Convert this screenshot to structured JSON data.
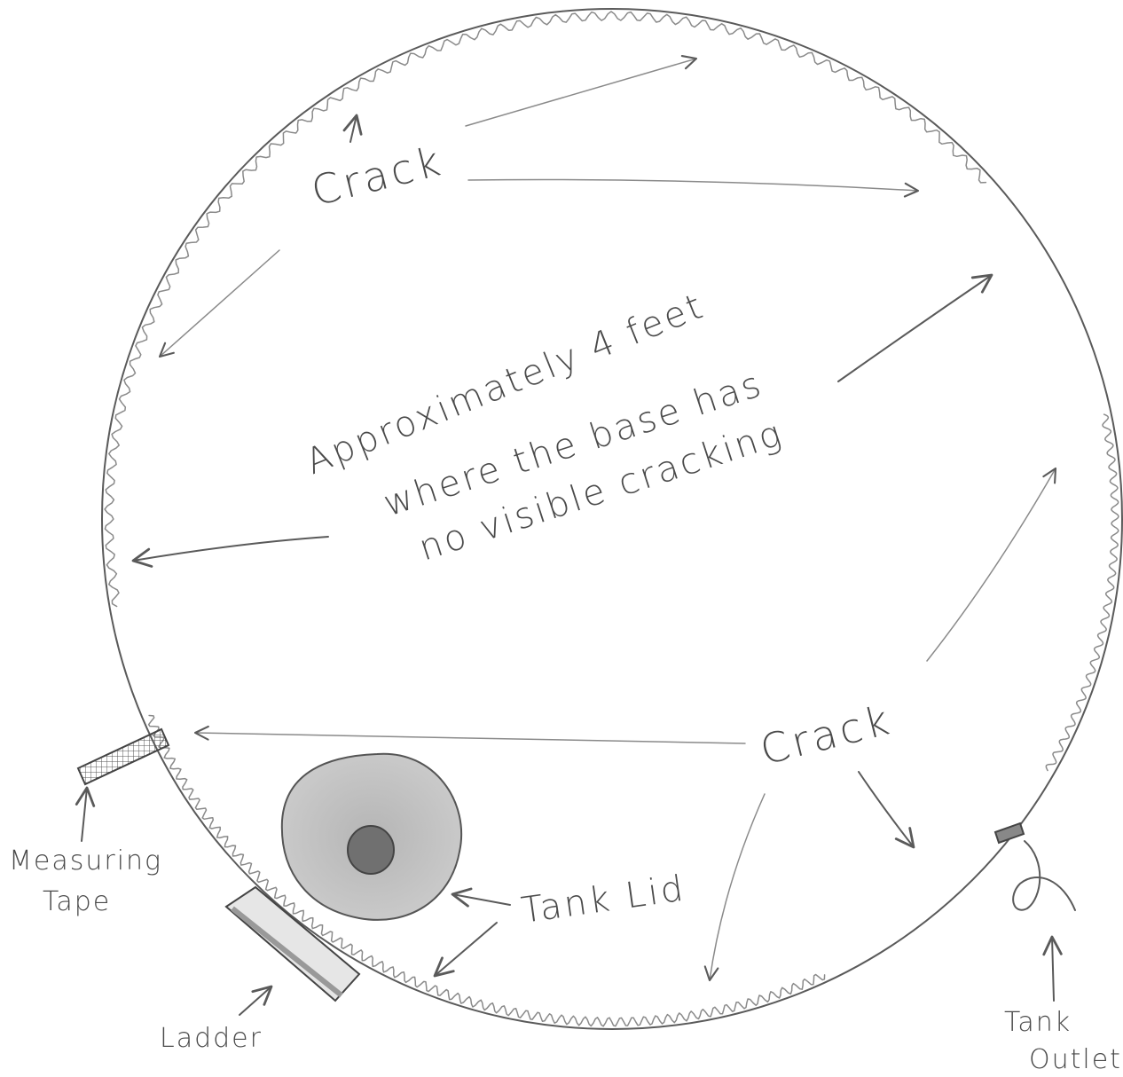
{
  "labels": {
    "crack_top": "Crack",
    "crack_bottom": "Crack",
    "note_line1": "Approximately 4 feet",
    "note_line2": "where the base has",
    "note_line3": "no visible cracking",
    "measuring_tape_line1": "Measuring",
    "measuring_tape_line2": "Tape",
    "ladder": "Ladder",
    "tank_lid": "Tank Lid",
    "tank_outlet_line1": "Tank",
    "tank_outlet_line2": "Outlet"
  },
  "colors": {
    "pencil": "#5a5a5a",
    "shading": "#bdbdbd",
    "lid_center": "#6f6f6f"
  }
}
